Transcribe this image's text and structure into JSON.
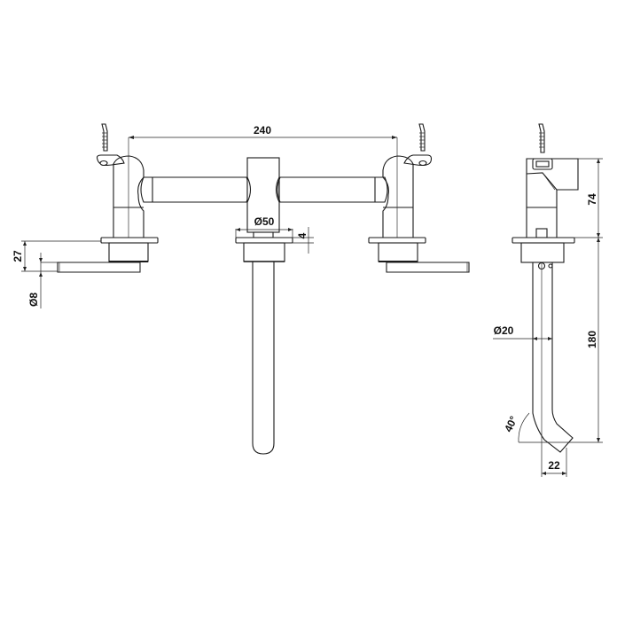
{
  "drawing": {
    "title": "Wall-mounted three-hole basin mixer technical drawing",
    "colors": {
      "line": "#1a1a1a",
      "background": "#ffffff"
    },
    "front_view": {
      "dimensions": {
        "handle_spacing": "240",
        "flange_diameter": "Ø50",
        "flange_thickness": "4",
        "handle_height": "27",
        "handle_diameter": "Ø8"
      }
    },
    "side_view": {
      "dimensions": {
        "body_height": "74",
        "spout_length": "180",
        "spout_diameter": "Ø20",
        "spout_angle": "40°",
        "outlet_offset": "22"
      }
    }
  }
}
